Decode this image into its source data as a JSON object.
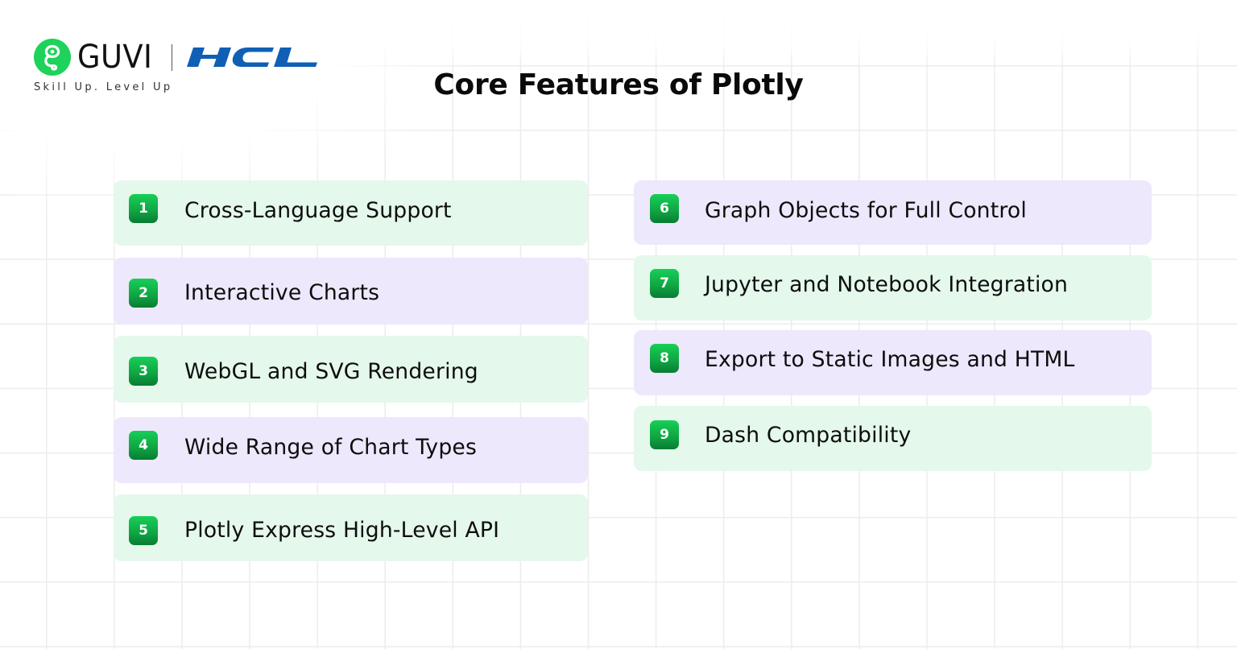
{
  "brand": {
    "guvi_name": "GUVI",
    "partner_name": "HCL",
    "tagline": "Skill Up. Level Up",
    "guvi_color": "#1ed25a",
    "hcl_color": "#0f5fb5"
  },
  "header": {
    "title": "Core Features of Plotly"
  },
  "colors": {
    "card_green": "#e4f8ec",
    "card_purple": "#ede8fc",
    "badge_green_top": "#17cf57",
    "badge_green_bottom": "#087c33",
    "grid_line": "#ececec"
  },
  "features": [
    {
      "number": "1",
      "label": "Cross-Language Support",
      "theme": "green"
    },
    {
      "number": "2",
      "label": "Interactive Charts",
      "theme": "purple"
    },
    {
      "number": "3",
      "label": "WebGL and SVG Rendering",
      "theme": "green"
    },
    {
      "number": "4",
      "label": "Wide Range of Chart Types",
      "theme": "purple"
    },
    {
      "number": "5",
      "label": "Plotly Express High-Level API",
      "theme": "green"
    },
    {
      "number": "6",
      "label": "Graph Objects for Full Control",
      "theme": "purple"
    },
    {
      "number": "7",
      "label": "Jupyter and Notebook Integration",
      "theme": "green"
    },
    {
      "number": "8",
      "label": "Export to Static Images and HTML",
      "theme": "purple"
    },
    {
      "number": "9",
      "label": "Dash Compatibility",
      "theme": "green"
    }
  ]
}
